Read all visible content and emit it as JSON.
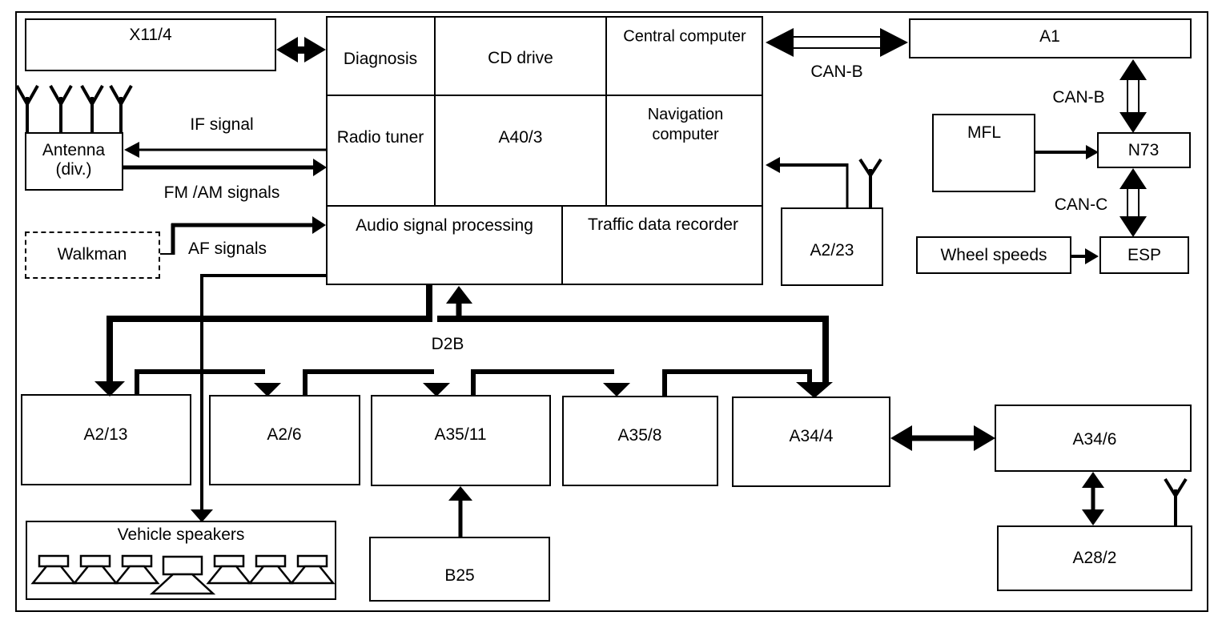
{
  "boxes": {
    "x11_4": "X11/4",
    "antenna_line1": "Antenna",
    "antenna_line2": "(div.)",
    "walkman": "Walkman",
    "a1": "A1",
    "mfl": "MFL",
    "n73": "N73",
    "esp": "ESP",
    "wheel_speeds": "Wheel speeds",
    "a2_23": "A2/23",
    "a2_13": "A2/13",
    "a2_6": "A2/6",
    "a35_11": "A35/11",
    "a35_8": "A35/8",
    "a34_4": "A34/4",
    "a34_6": "A34/6",
    "a28_2": "A28/2",
    "b25": "B25",
    "vehicle_speakers": "Vehicle speakers"
  },
  "head_unit": {
    "diagnosis": "Diagnosis",
    "cd_drive": "CD drive",
    "central_computer": "Central computer",
    "radio_tuner": "Radio tuner",
    "a40_3": "A40/3",
    "navigation_computer": "Navigation computer",
    "audio_signal_processing": "Audio signal processing",
    "traffic_data_recorder": "Traffic data recorder"
  },
  "signals": {
    "if_signal": "IF signal",
    "fm_am_signals": "FM /AM signals",
    "af_signals": "AF signals",
    "can_b_top": "CAN-B",
    "can_b_right": "CAN-B",
    "can_c": "CAN-C",
    "d2b": "D2B"
  },
  "colors": {
    "line": "#000000",
    "background": "#ffffff"
  }
}
